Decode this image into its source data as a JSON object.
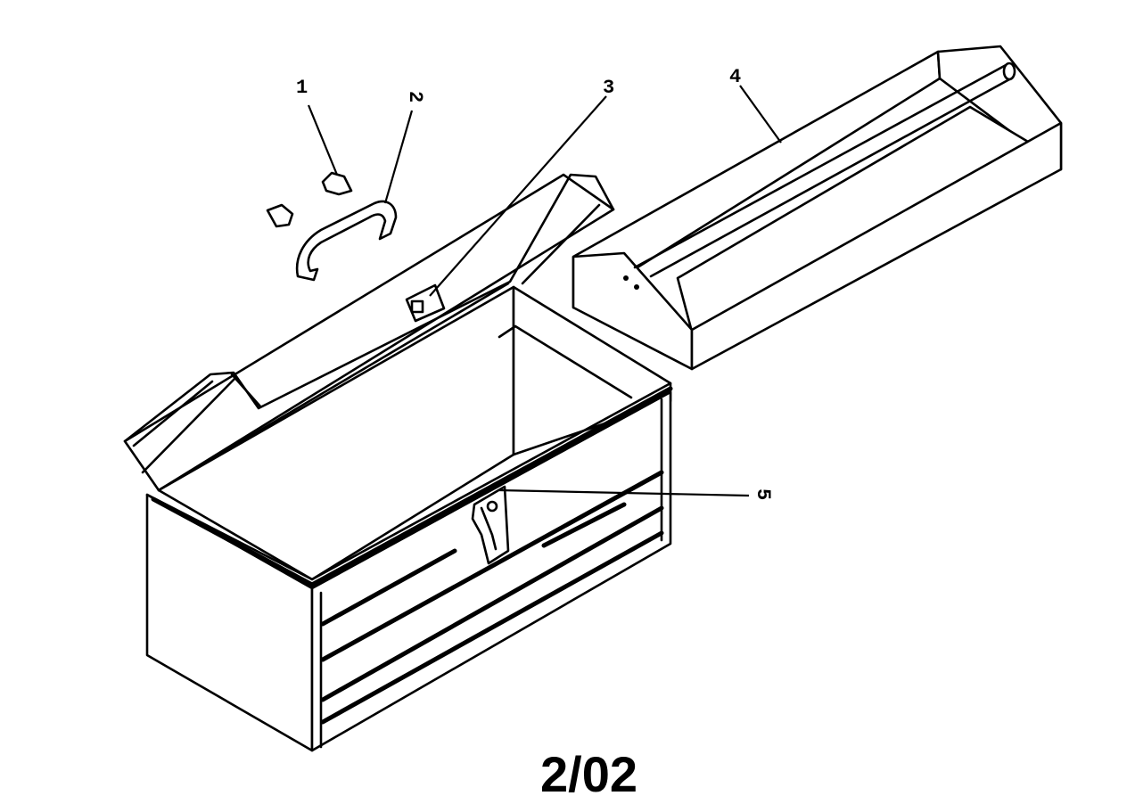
{
  "callouts": {
    "c1": "1",
    "c2": "2",
    "c3": "3",
    "c4": "4",
    "c5": "5"
  },
  "date_code": "2/02",
  "parts": [
    {
      "id": "1",
      "kind": "screw"
    },
    {
      "id": "2",
      "kind": "handle"
    },
    {
      "id": "3",
      "kind": "lid-latch"
    },
    {
      "id": "4",
      "kind": "tote-tray"
    },
    {
      "id": "5",
      "kind": "front-hasp"
    }
  ],
  "colors": {
    "ink": "#000000",
    "paper": "#ffffff"
  }
}
